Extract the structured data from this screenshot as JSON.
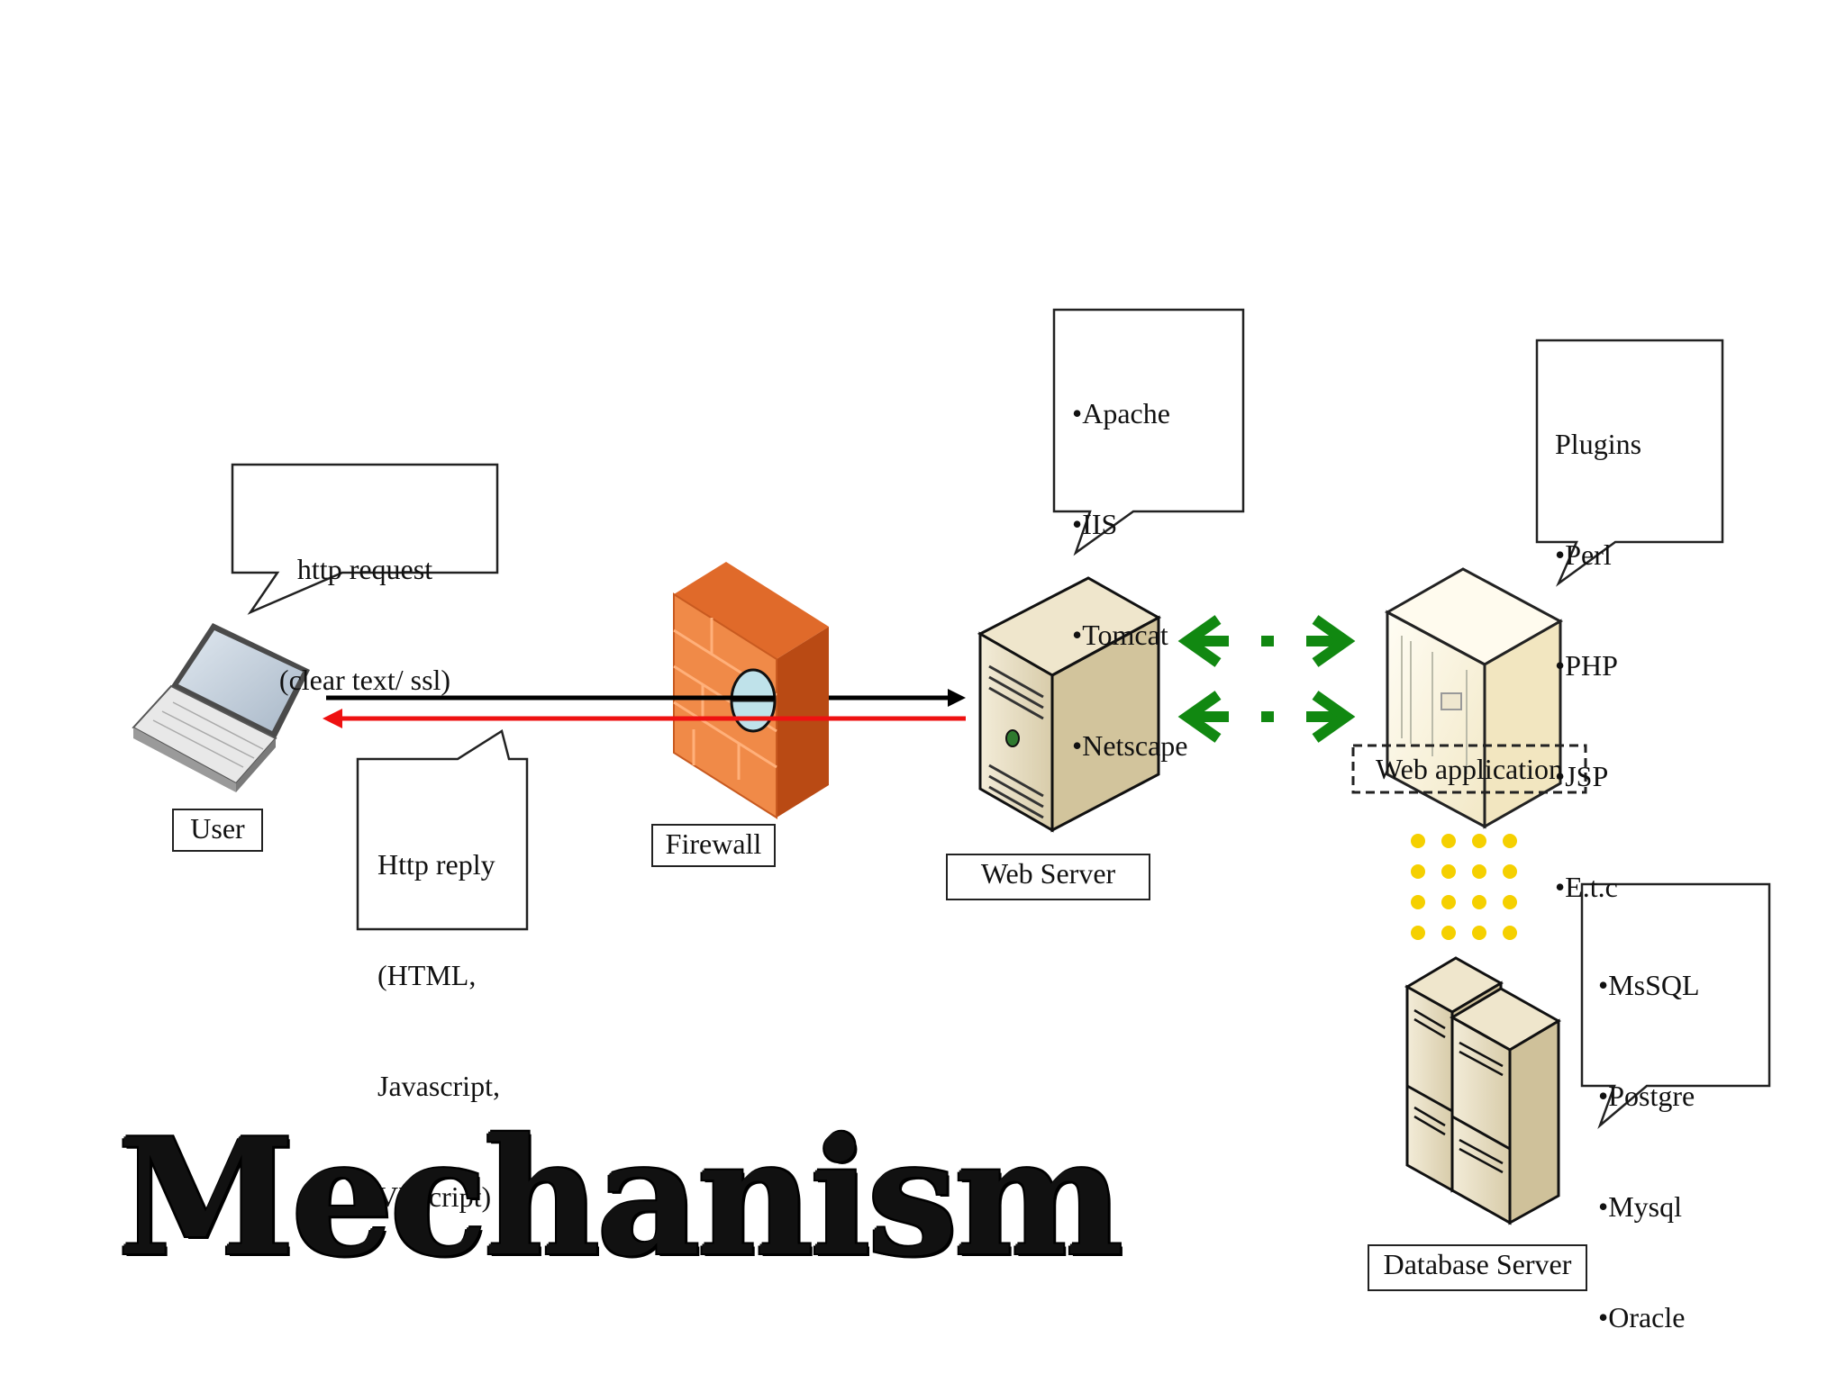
{
  "title": "Mechanism",
  "labels": {
    "user": "User",
    "firewall": "Firewall",
    "web_server": "Web Server",
    "web_application": "Web application",
    "database_server": "Database Server"
  },
  "callouts": {
    "http_request": [
      "http request",
      "(clear text/ ssl)"
    ],
    "http_reply": [
      "Http reply",
      "(HTML,",
      "Javascript,",
      "VBscript)"
    ],
    "web_servers": [
      "•Apache",
      "•IIS",
      "•Tomcat",
      "•Netscape"
    ],
    "plugins": [
      "Plugins",
      "•Perl",
      "•PHP",
      "•JSP",
      "•E.t.c"
    ],
    "databases": [
      "•MsSQL",
      "•Postgre",
      "•Mysql",
      "•Oracle"
    ]
  },
  "colors": {
    "request_arrow": "#000000",
    "reply_arrow": "#ee1111",
    "app_link": "#118811",
    "db_link": "#f5d000",
    "firewall": "#f07a3a"
  },
  "icons": [
    "laptop-icon",
    "firewall-icon",
    "web-server-icon",
    "web-application-server-icon",
    "database-server-icon"
  ]
}
